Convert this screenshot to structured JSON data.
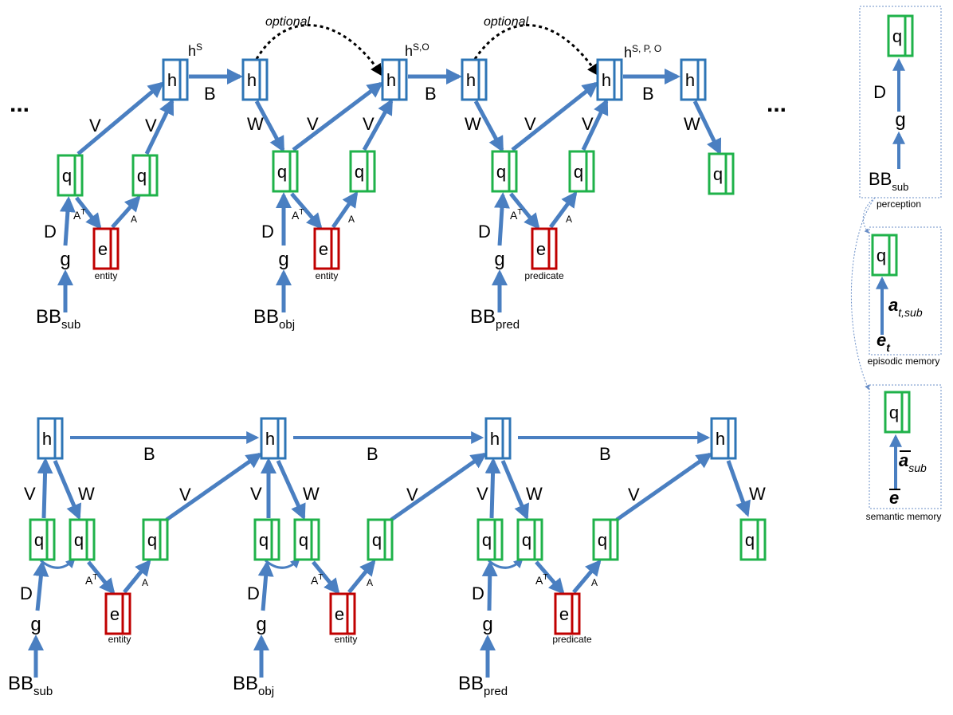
{
  "colors": {
    "h": "#2e75b6",
    "q": "#1fb24a",
    "e": "#c00000",
    "arrow": "#4a7fc1",
    "dashed": "#000000",
    "frame": "#6b8fc7"
  },
  "node_letters": {
    "h": "h",
    "q": "q",
    "e": "e",
    "g": "g"
  },
  "edge_letters": {
    "B": "B",
    "V": "V",
    "W": "W",
    "D": "D",
    "A": "A",
    "AT_base": "A",
    "AT_sup": "T"
  },
  "ellipsis": "...",
  "top": {
    "optional": "optional",
    "h_superscripts": [
      "S",
      "S,O",
      "S, P, O"
    ],
    "bb": [
      {
        "base": "BB",
        "sub": "sub"
      },
      {
        "base": "BB",
        "sub": "obj"
      },
      {
        "base": "BB",
        "sub": "pred"
      }
    ],
    "e_labels": [
      "entity",
      "entity",
      "predicate"
    ]
  },
  "bottom": {
    "bb": [
      {
        "base": "BB",
        "sub": "sub"
      },
      {
        "base": "BB",
        "sub": "obj"
      },
      {
        "base": "BB",
        "sub": "pred"
      }
    ],
    "e_labels": [
      "entity",
      "entity",
      "predicate"
    ]
  },
  "side": {
    "perception": {
      "title": "perception",
      "bb": {
        "base": "BB",
        "sub": "sub"
      }
    },
    "episodic": {
      "title": "episodic memory",
      "a_base": "a",
      "a_sub": "t,sub",
      "e_base": "e",
      "e_sub": "t"
    },
    "semantic": {
      "title": "semantic memory",
      "a_base": "a",
      "a_sub": "sub",
      "e_base": "e"
    }
  }
}
